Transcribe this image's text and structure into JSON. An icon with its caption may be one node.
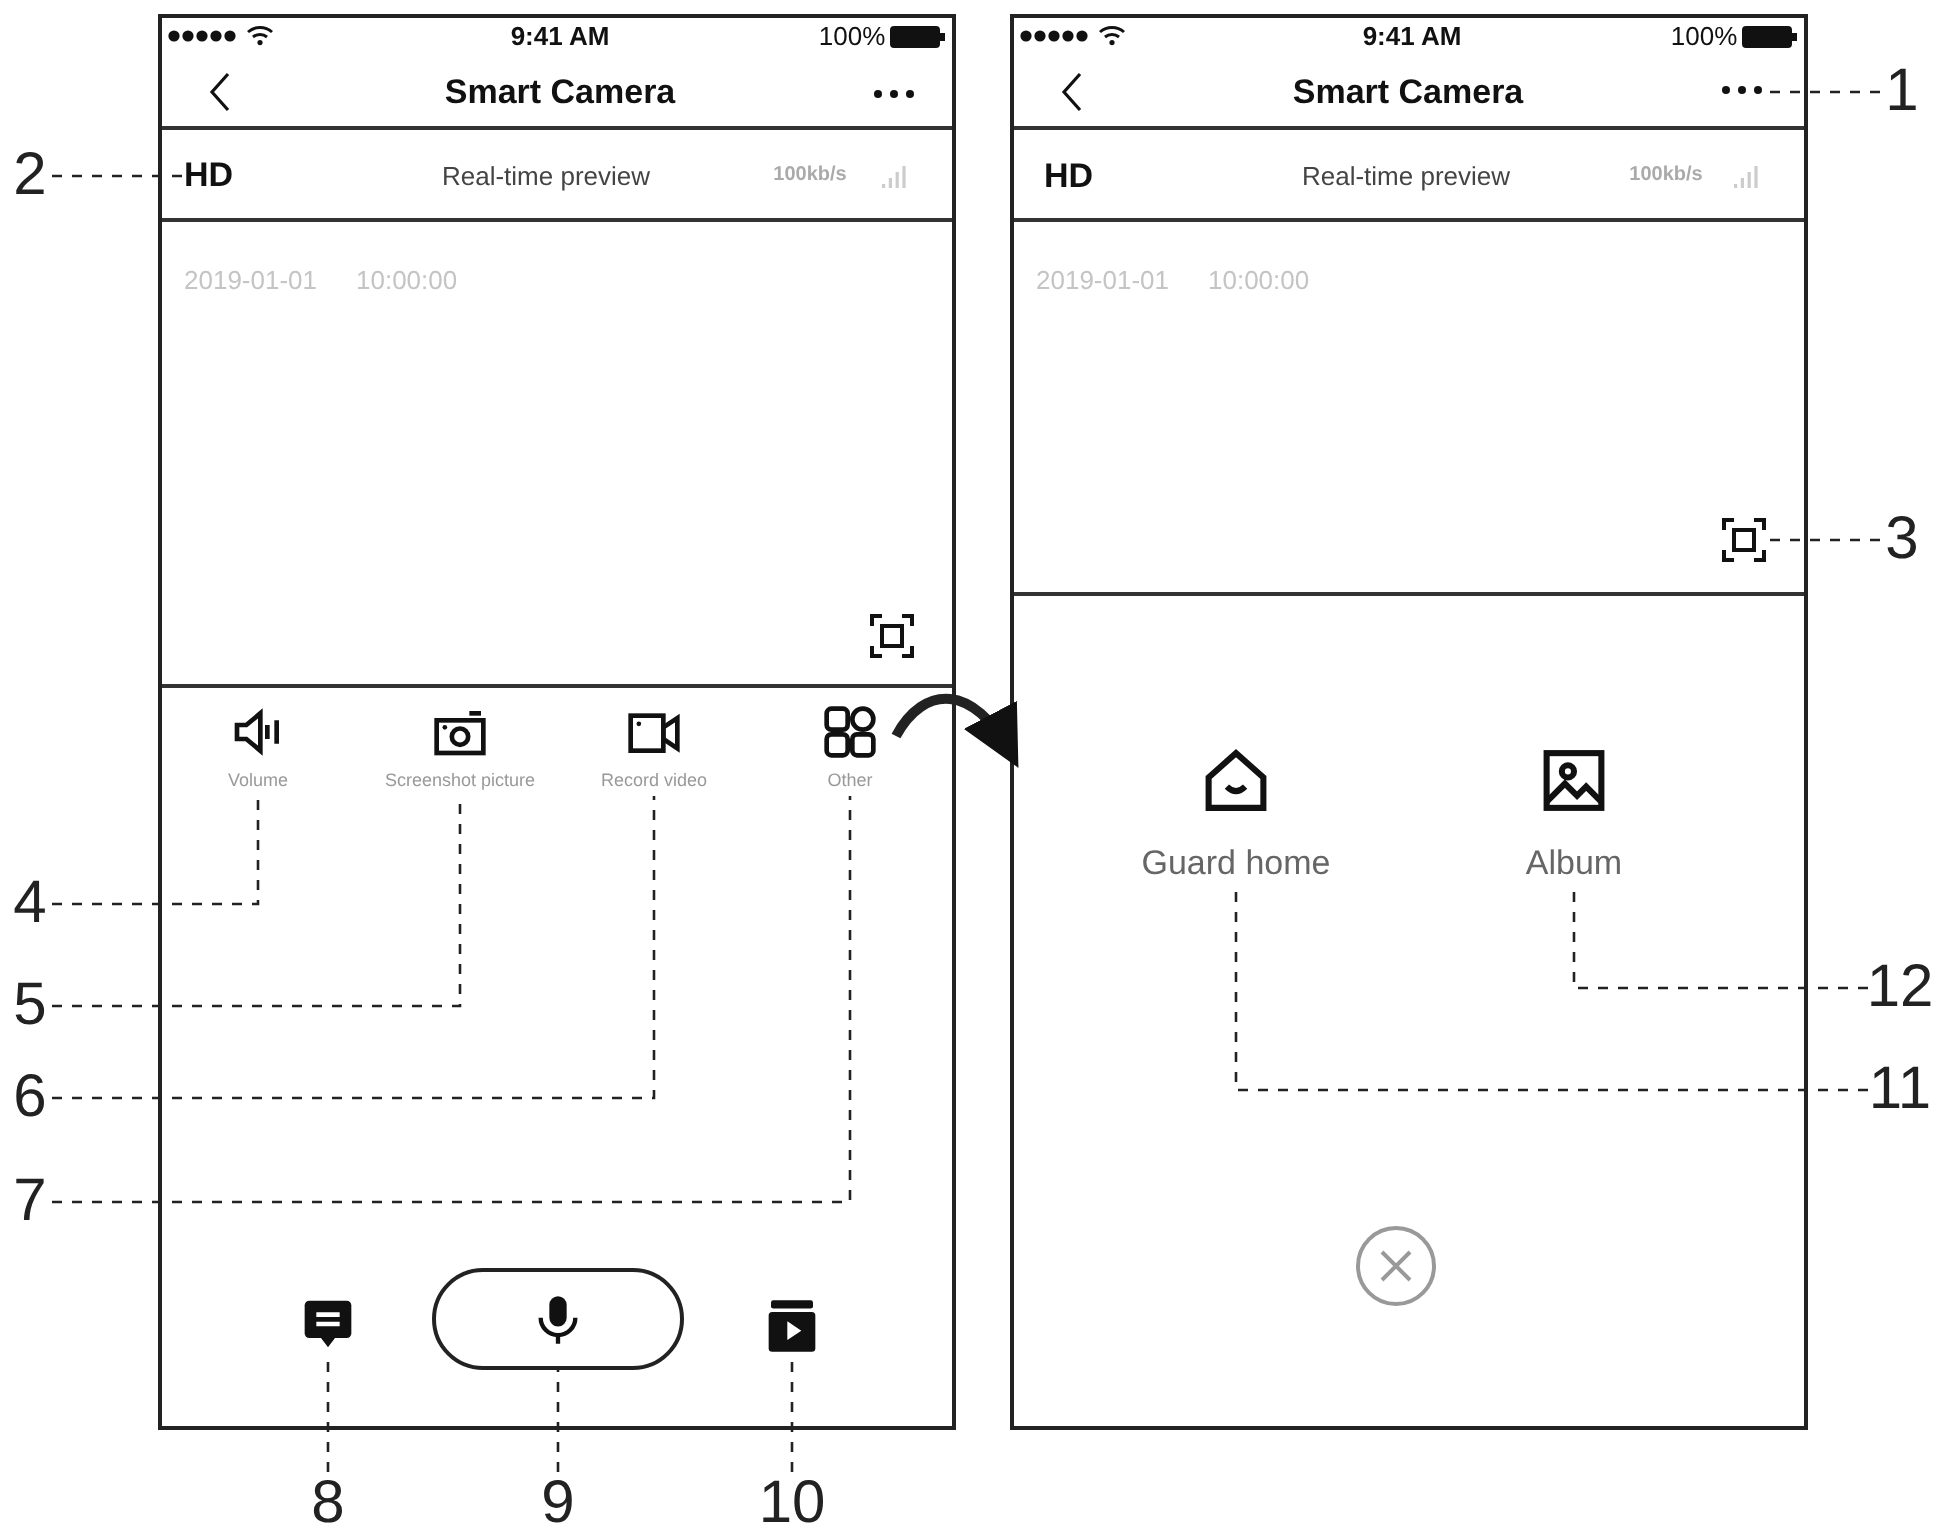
{
  "diagram": {
    "nodes": [
      {
        "text": [],
        "shape": "box"
      },
      {
        "text": [
          "HD"
        ],
        "in": 0
      },
      {
        "text": [
          "Volume"
        ],
        "in": 0
      },
      {
        "text": [
          "Screenshot picture"
        ],
        "in": 0
      },
      {
        "text": [
          "Record video"
        ],
        "in": 0
      },
      {
        "text": [
          "Other"
        ],
        "in": 0
      },
      {
        "text": [],
        "shape": "box",
        "in": 0
      },
      {
        "text": [],
        "shape": "box",
        "in": 0
      },
      {
        "text": [],
        "shape": "box",
        "in": 0
      },
      {
        "text": [],
        "shape": "box"
      },
      {
        "text": [],
        "shape": "circle",
        "in": 9
      },
      {
        "text": [],
        "shape": "box",
        "in": 9
      },
      {
        "text": [
          "Guard home"
        ],
        "in": 9
      },
      {
        "text": [
          "Album"
        ],
        "in": 9
      },
      {
        "text": [],
        "shape": "circle",
        "in": 9
      },
      {
        "text": [
          "1"
        ]
      },
      {
        "text": [
          "2"
        ]
      },
      {
        "text": [
          "3"
        ]
      },
      {
        "text": [
          "4"
        ]
      },
      {
        "text": [
          "5"
        ]
      },
      {
        "text": [
          "6"
        ]
      },
      {
        "text": [
          "7"
        ]
      },
      {
        "text": [
          "8"
        ]
      },
      {
        "text": [
          "9"
        ]
      },
      {
        "text": [
          "10"
        ]
      },
      {
        "text": [
          "11"
        ]
      },
      {
        "text": [
          "12"
        ]
      }
    ],
    "edges": [
      {
        "from": 15,
        "to": 10,
        "arrow": "none",
        "style": "dashed"
      },
      {
        "from": 16,
        "to": 1,
        "arrow": "none",
        "style": "dashed"
      },
      {
        "from": 17,
        "to": 11,
        "arrow": "none",
        "style": "dashed"
      },
      {
        "from": 18,
        "to": 2,
        "arrow": "none",
        "style": "dashed"
      },
      {
        "from": 19,
        "to": 3,
        "arrow": "none",
        "style": "dashed"
      },
      {
        "from": 20,
        "to": 4,
        "arrow": "none",
        "style": "dashed"
      },
      {
        "from": 21,
        "to": 5,
        "arrow": "none",
        "style": "dashed"
      },
      {
        "from": 22,
        "to": 6,
        "arrow": "none",
        "style": "dashed"
      },
      {
        "from": 23,
        "to": 7,
        "arrow": "none",
        "style": "dashed"
      },
      {
        "from": 24,
        "to": 8,
        "arrow": "none",
        "style": "dashed"
      },
      {
        "from": 25,
        "to": 12,
        "arrow": "none",
        "style": "dashed"
      },
      {
        "from": 26,
        "to": 13,
        "arrow": "none",
        "style": "dashed"
      },
      {
        "from": 5,
        "to": 9,
        "arrow": "to",
        "style": "thick"
      }
    ],
    "labels": [
      "9:41 AM",
      "100%",
      "Smart Camera",
      "Real-time preview",
      "100kb/s",
      "2019-01-01",
      "10:00:00",
      "9:41 AM",
      "100%",
      "Smart Camera",
      "HD",
      "Real-time preview",
      "100kb/s",
      "2019-01-01",
      "10:00:00"
    ]
  }
}
